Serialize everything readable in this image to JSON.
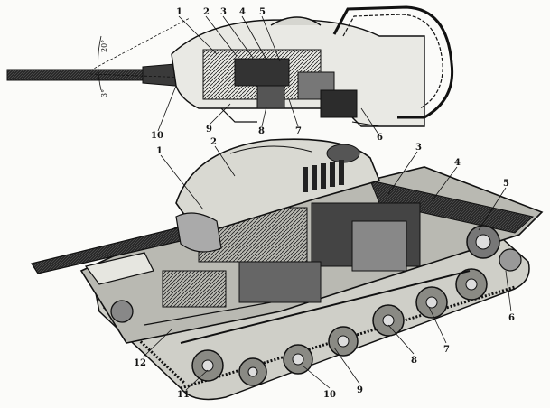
{
  "side_view": {
    "callouts": [
      "1",
      "2",
      "3",
      "4",
      "5",
      "6",
      "7",
      "8",
      "9",
      "10"
    ],
    "angles": {
      "elevation": "20°",
      "depression": "3°"
    }
  },
  "cutaway": {
    "callouts": [
      "1",
      "2",
      "3",
      "4",
      "5",
      "6",
      "7",
      "8",
      "9",
      "10",
      "11",
      "12"
    ]
  }
}
